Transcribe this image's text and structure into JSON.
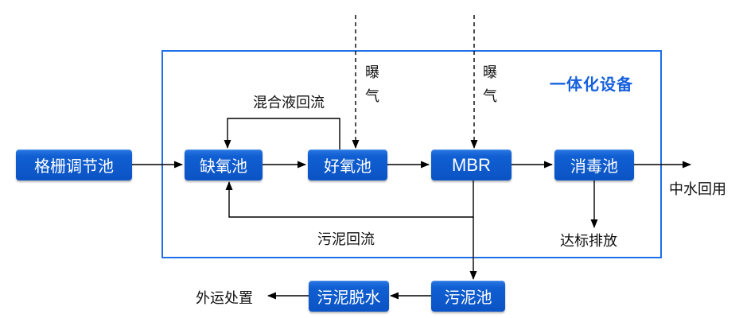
{
  "container": {
    "label": "一体化设备"
  },
  "nodes": {
    "grid_tank": {
      "label": "格栅调节池"
    },
    "anoxic_tank": {
      "label": "缺氧池"
    },
    "aerobic_tank": {
      "label": "好氧池"
    },
    "mbr": {
      "label": "MBR"
    },
    "disinfection_tank": {
      "label": "消毒池"
    },
    "sludge_tank": {
      "label": "污泥池"
    },
    "sludge_dewatering": {
      "label": "污泥脱水"
    }
  },
  "labels": {
    "mixed_liquor_return": "混合液回流",
    "aeration": "曝气",
    "sludge_return": "污泥回流",
    "reclaimed_water_reuse": "中水回用",
    "compliant_discharge": "达标排放",
    "offsite_disposal": "外运处置"
  },
  "colors": {
    "box_fill": "#0e5ccd",
    "container_border": "#1e6fe8",
    "container_label": "#1660dd",
    "connector": "#000000",
    "box_text": "#ffffff"
  }
}
